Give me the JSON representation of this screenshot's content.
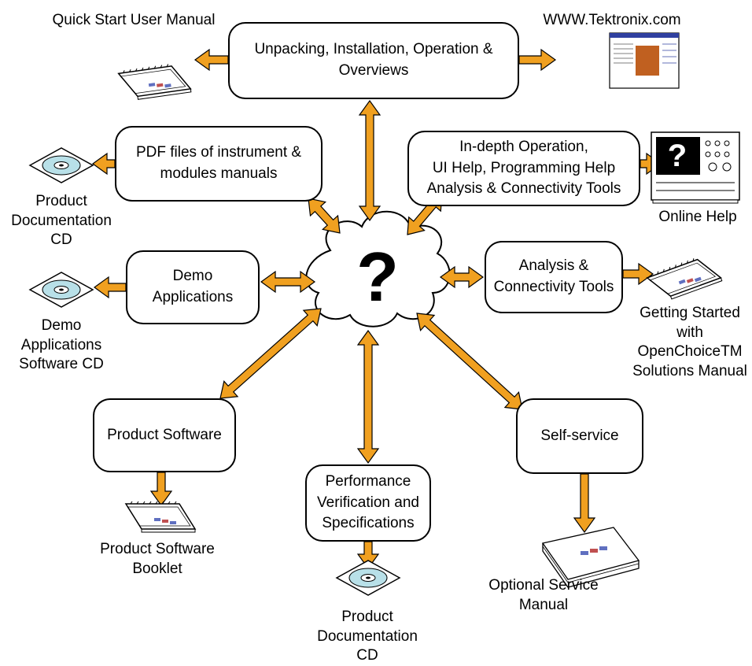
{
  "center_symbol": "?",
  "topics": {
    "unpacking": "Unpacking, Installation, Operation &\nOverviews",
    "pdf_files": "PDF files of  instrument &\nmodules manuals",
    "in_depth": "In-depth Operation,\nUI Help, Programming Help\nAnalysis & Connectivity Tools",
    "demo": "Demo\nApplications",
    "analysis": "Analysis &\nConnectivity Tools",
    "product_software": "Product Software",
    "self_service": "Self-service",
    "performance": "Performance\nVerification and\nSpecifications"
  },
  "resources": {
    "quick_start": "Quick Start User Manual",
    "website": "WWW.Tektronix.com",
    "product_doc_cd_left": "Product\nDocumentation\nCD",
    "online_help": "Online Help",
    "demo_cd": "Demo\nApplications\nSoftware CD",
    "getting_started": "Getting Started\nwith\nOpenChoiceTM\nSolutions Manual",
    "software_booklet": "Product Software\nBooklet",
    "service_manual": "Optional Service\nManual",
    "product_doc_cd_bottom": "Product\nDocumentation\nCD"
  },
  "help_screen_symbol": "?",
  "colors": {
    "arrow": "#F0A020",
    "arrow_outline": "#000000",
    "booklet_accent": "#6070C0",
    "booklet_accent2": "#C05050",
    "cd_disc": "#B8E0E8"
  }
}
